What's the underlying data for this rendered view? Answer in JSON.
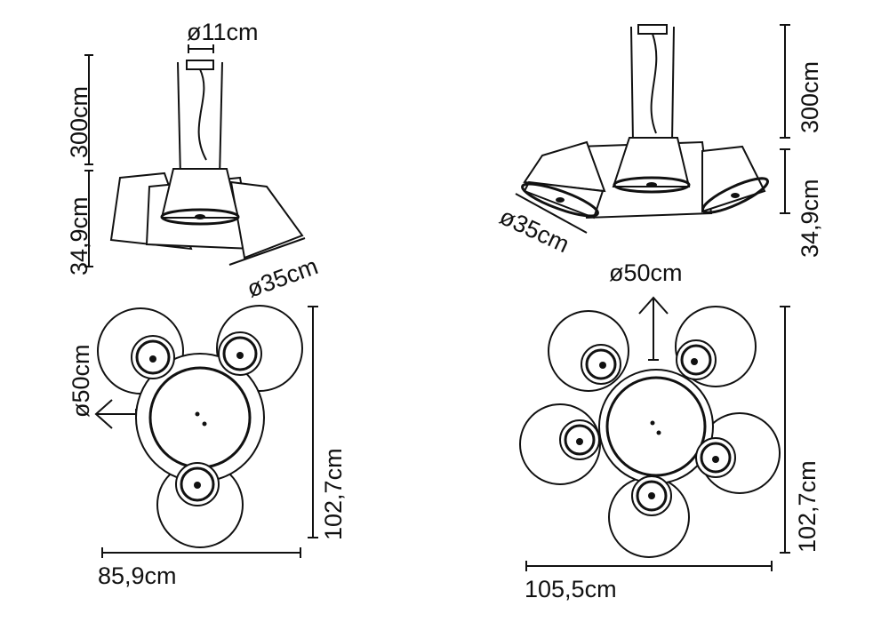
{
  "left_model": {
    "canopy_diameter": "ø11cm",
    "cable_length": "300cm",
    "body_height": "34,9cm",
    "shade_diameter": "ø35cm",
    "center_diameter": "ø50cm",
    "depth": "102,7cm",
    "width": "85,9cm"
  },
  "right_model": {
    "cable_length": "300cm",
    "body_height": "34,9cm",
    "shade_diameter": "ø35cm",
    "center_diameter": "ø50cm",
    "depth": "102,7cm",
    "width": "105,5cm"
  }
}
